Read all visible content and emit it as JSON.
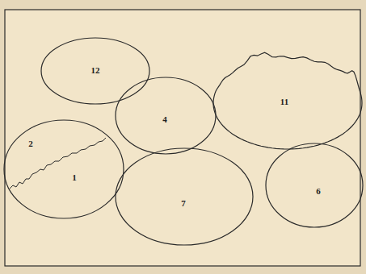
{
  "diagram": {
    "nodes": [
      {
        "text": [
          "12"
        ]
      },
      {
        "text": [
          "4"
        ]
      },
      {
        "text": [
          "11"
        ]
      },
      {
        "text": [
          "2",
          "1"
        ]
      },
      {
        "text": [
          "7"
        ]
      },
      {
        "text": [
          "6"
        ]
      }
    ]
  }
}
